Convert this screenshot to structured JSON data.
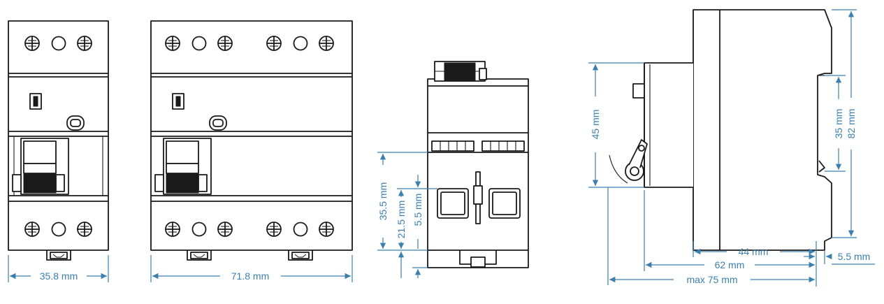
{
  "colors": {
    "outline": "#1a1a1a",
    "dimension": "#3a7fb0",
    "background": "#ffffff"
  },
  "dimensions": {
    "w_2module": "35.8 mm",
    "w_4module": "71.8 mm",
    "h_35_5": "35.5 mm",
    "h_21_5": "21.5 mm",
    "h_5_5_front": "5.5 mm",
    "h_45": "45 mm",
    "h_35": "35 mm",
    "h_82": "82 mm",
    "d_44": "44 mm",
    "d_62": "62 mm",
    "d_max75": "max 75 mm",
    "d_5_5": "5.5 mm"
  }
}
